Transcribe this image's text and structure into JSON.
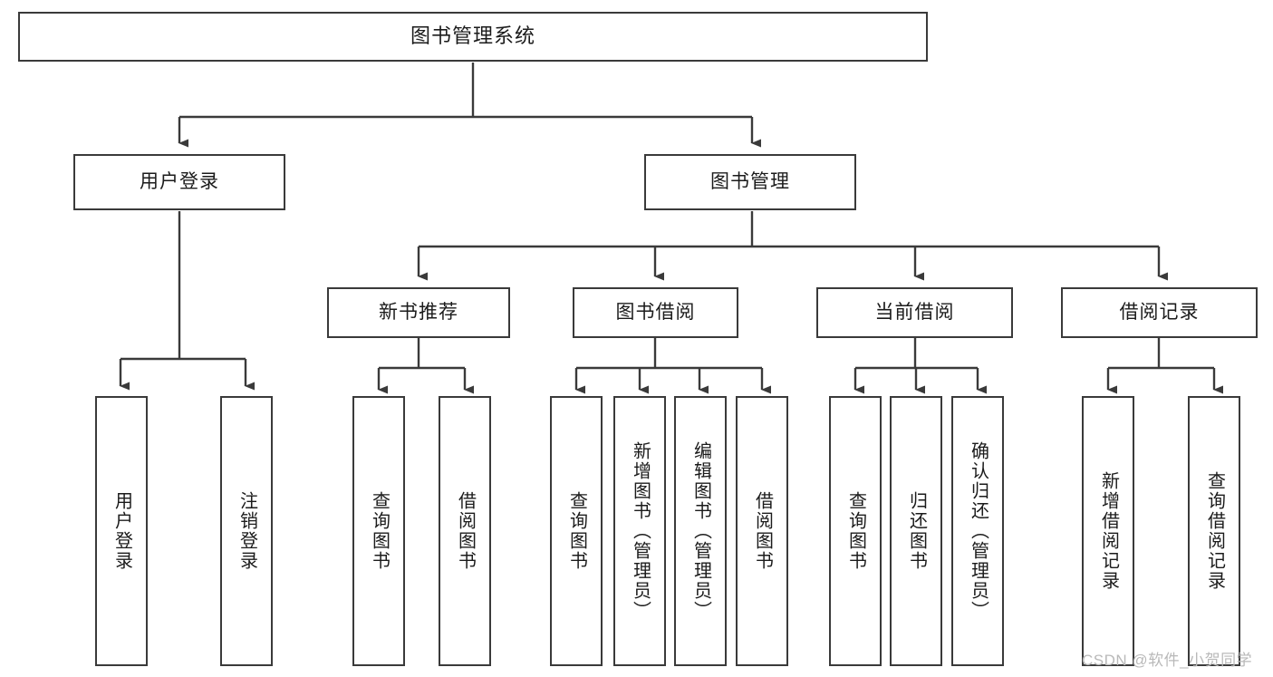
{
  "diagram": {
    "title": "图书管理系统",
    "type": "tree-hierarchy",
    "watermark": "CSDN @软件_小贺同学",
    "colors": {
      "box_border": "#3a3a3a",
      "box_fill": "#ffffff",
      "connector": "#3a3a3a",
      "text": "#1b1b1b",
      "watermark": "#b9b9b9"
    },
    "nodes": {
      "root": {
        "label": "图书管理系统"
      },
      "level2": [
        {
          "id": "user-login",
          "label": "用户登录"
        },
        {
          "id": "book-manage",
          "label": "图书管理"
        }
      ],
      "level3": [
        {
          "id": "new-book-recommend",
          "label": "新书推荐"
        },
        {
          "id": "book-borrow",
          "label": "图书借阅"
        },
        {
          "id": "current-borrow",
          "label": "当前借阅"
        },
        {
          "id": "borrow-record",
          "label": "借阅记录"
        }
      ],
      "leaves": {
        "user_login": [
          {
            "id": "leaf-user-login",
            "label": "用户登录"
          },
          {
            "id": "leaf-logout",
            "label": "注销登录"
          }
        ],
        "new_book_recommend": [
          {
            "id": "leaf-query-book-1",
            "label": "查询图书"
          },
          {
            "id": "leaf-borrow-book-1",
            "label": "借阅图书"
          }
        ],
        "book_borrow": [
          {
            "id": "leaf-query-book-2",
            "label": "查询图书"
          },
          {
            "id": "leaf-add-book",
            "label": "新增图书（管理员）"
          },
          {
            "id": "leaf-edit-book",
            "label": "编辑图书（管理员）"
          },
          {
            "id": "leaf-borrow-book-2",
            "label": "借阅图书"
          }
        ],
        "current_borrow": [
          {
            "id": "leaf-query-book-3",
            "label": "查询图书"
          },
          {
            "id": "leaf-return-book",
            "label": "归还图书"
          },
          {
            "id": "leaf-confirm-return",
            "label": "确认归还（管理员）"
          }
        ],
        "borrow_record": [
          {
            "id": "leaf-add-record",
            "label": "新增借阅记录"
          },
          {
            "id": "leaf-query-record",
            "label": "查询借阅记录"
          }
        ]
      }
    }
  }
}
